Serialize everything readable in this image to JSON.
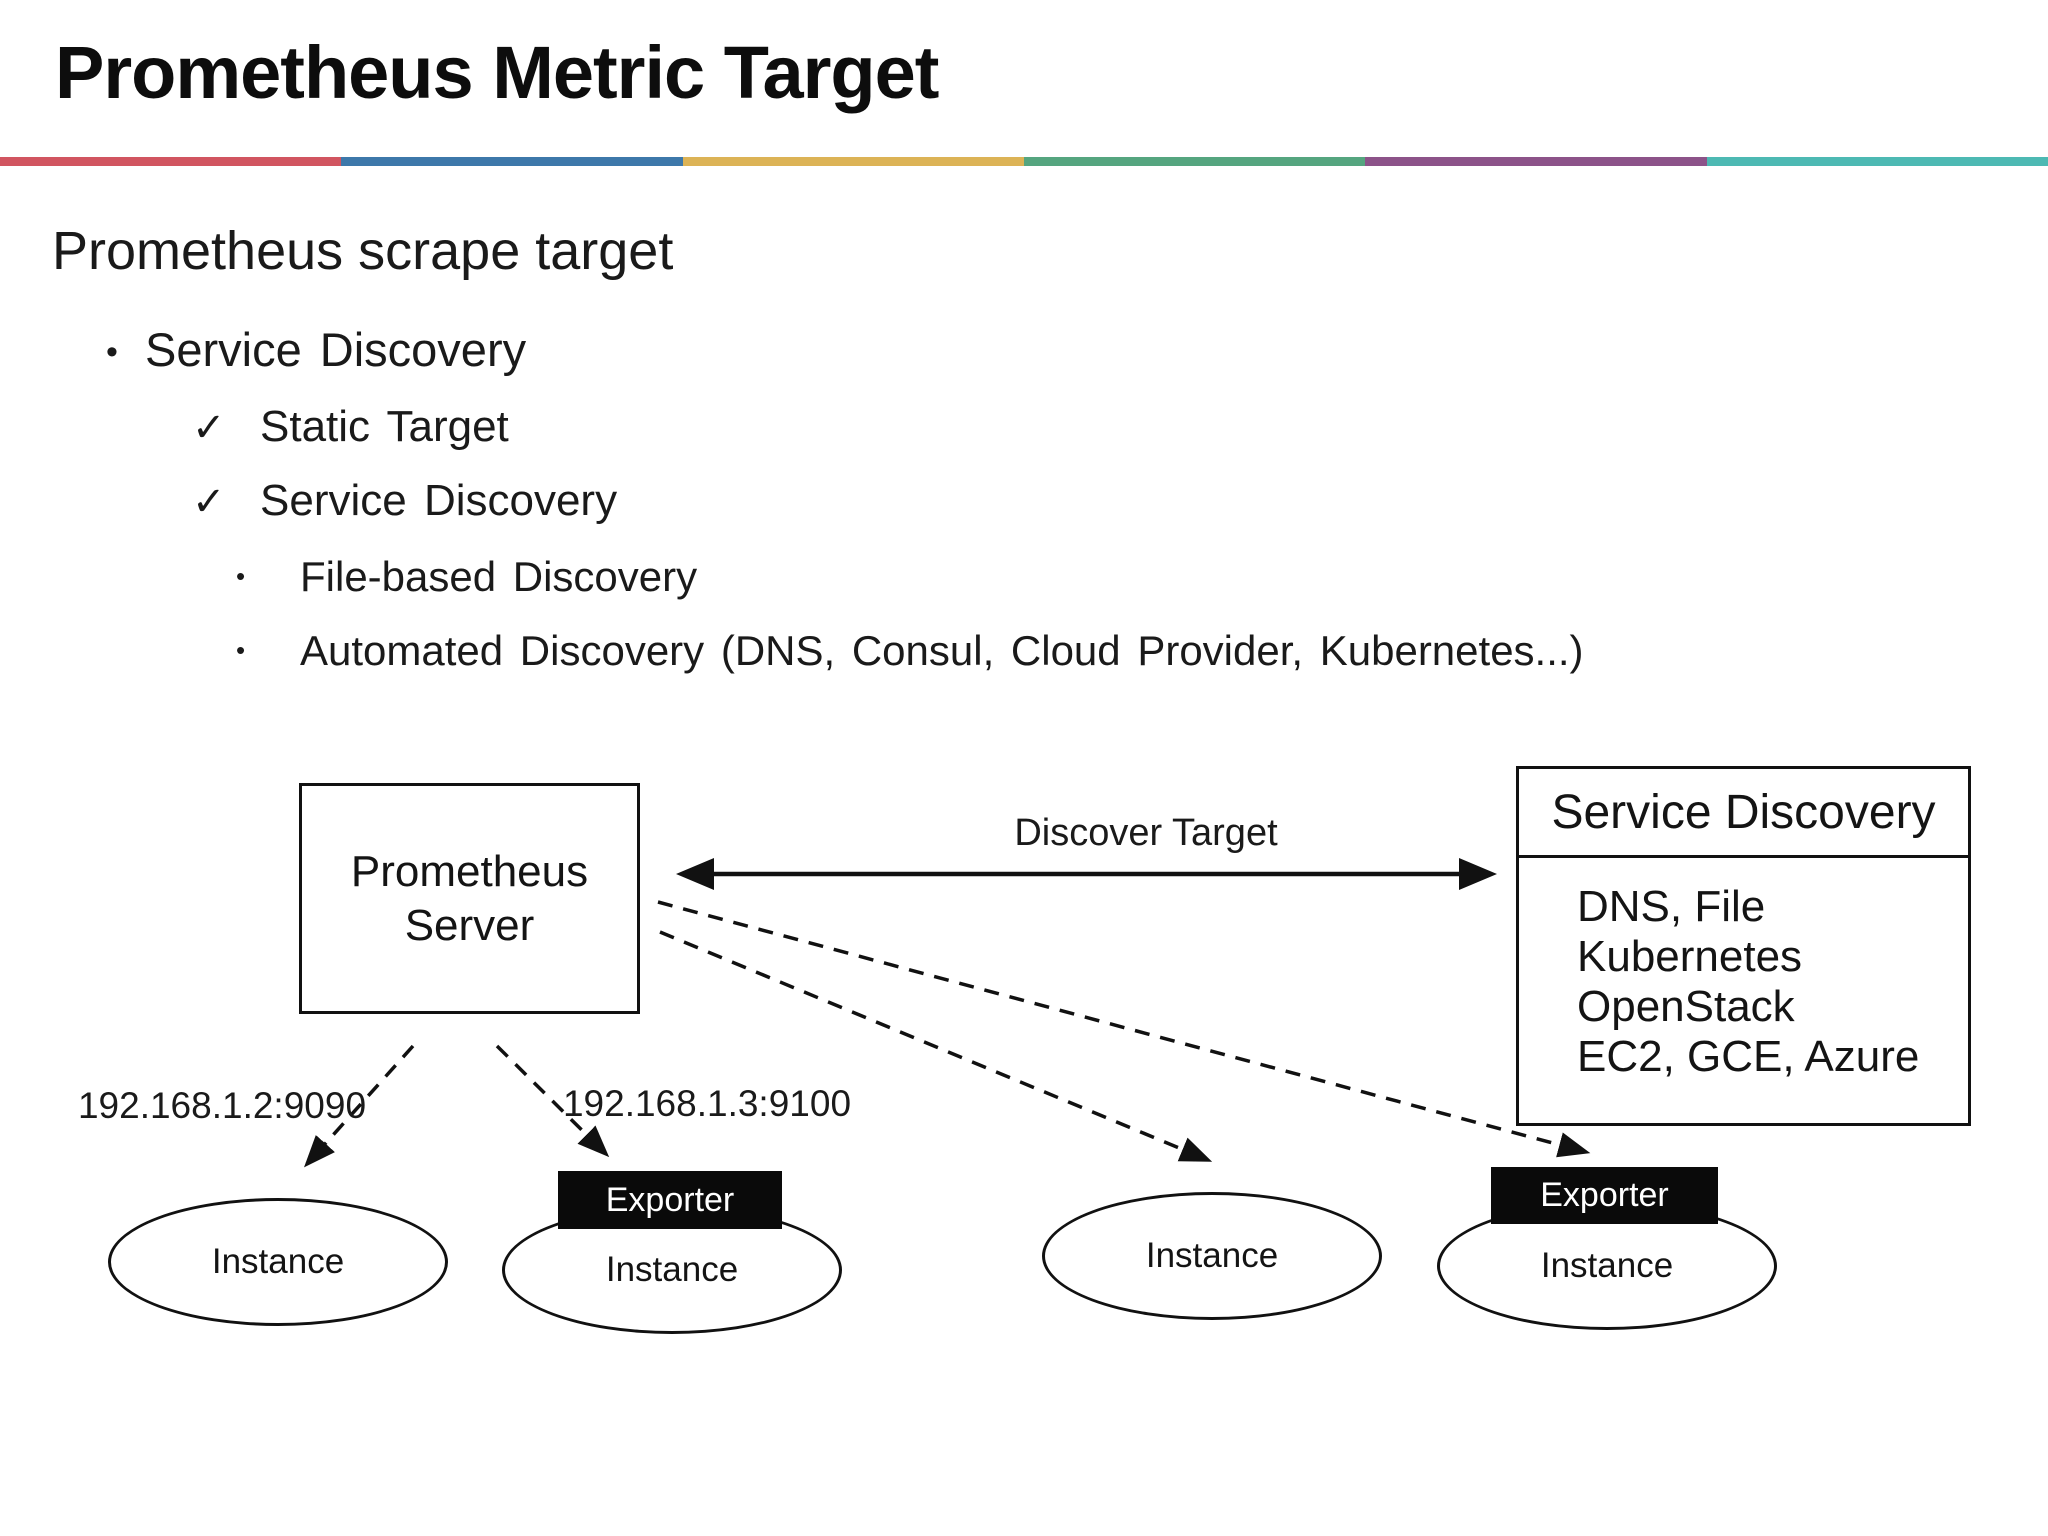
{
  "slide": {
    "title": "Prometheus Metric Target",
    "divider_colors": [
      "#d15560",
      "#3d78aa",
      "#dcb356",
      "#55a57f",
      "#8c5389",
      "#4db9b3"
    ]
  },
  "content": {
    "heading": "Prometheus scrape target",
    "bullet_char": "•",
    "check_char": "✓",
    "level1": "Service Discovery",
    "level2": [
      "Static Target",
      "Service Discovery"
    ],
    "level3": [
      "File-based Discovery",
      "Automated Discovery (DNS, Consul, Cloud Provider, Kubernetes...)"
    ]
  },
  "diagram": {
    "prometheus_server_label": "Prometheus Server",
    "discover_target_label": "Discover Target",
    "service_discovery": {
      "title": "Service Discovery",
      "items": [
        "DNS, File",
        "Kubernetes",
        "OpenStack",
        "EC2, GCE, Azure"
      ]
    },
    "ip_labels": [
      "192.168.1.2:9090",
      "192.168.1.3:9100"
    ],
    "instances": [
      {
        "label": "Instance"
      },
      {
        "label": "Instance",
        "exporter": "Exporter"
      },
      {
        "label": "Instance"
      },
      {
        "label": "Instance",
        "exporter": "Exporter"
      }
    ]
  }
}
